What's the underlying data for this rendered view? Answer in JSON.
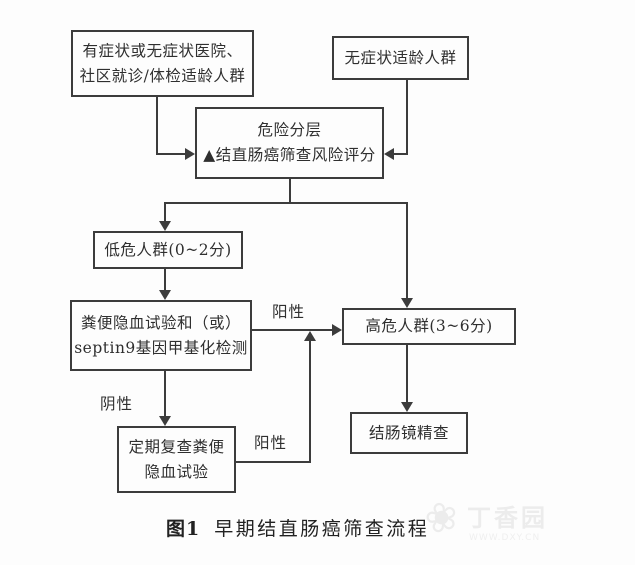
{
  "page": {
    "background": "#fdfdfd",
    "line_color": "#3c3c3c",
    "text_color": "#2f2f2f"
  },
  "nodes": [
    {
      "id": "source-clinic",
      "lines": [
        "有症状或无症状医院、",
        "社区就诊/体检适龄人群"
      ]
    },
    {
      "id": "source-asymptomatic",
      "lines": [
        "无症状适龄人群"
      ]
    },
    {
      "id": "risk-stratification",
      "lines": [
        "危险分层",
        "▲结直肠癌筛查风险评分"
      ]
    },
    {
      "id": "low-risk",
      "lines": [
        "低危人群(0~2分)"
      ]
    },
    {
      "id": "fobt-septin9",
      "lines": [
        "粪便隐血试验和（或）",
        "septin9基因甲基化检测"
      ]
    },
    {
      "id": "high-risk",
      "lines": [
        "高危人群(3~6分)"
      ]
    },
    {
      "id": "colonoscopy",
      "lines": [
        "结肠镜精查"
      ]
    },
    {
      "id": "periodic-recheck",
      "lines": [
        "定期复查粪便",
        "隐血试验"
      ]
    }
  ],
  "edge_labels": {
    "positive_upper": "阳性",
    "negative": "阴性",
    "positive_lower": "阳性"
  },
  "caption": {
    "figure_label": "图1",
    "title": "早期结直肠癌筛查流程"
  },
  "watermark": {
    "name": "丁香园",
    "url": "WWW.DXY.CN"
  }
}
